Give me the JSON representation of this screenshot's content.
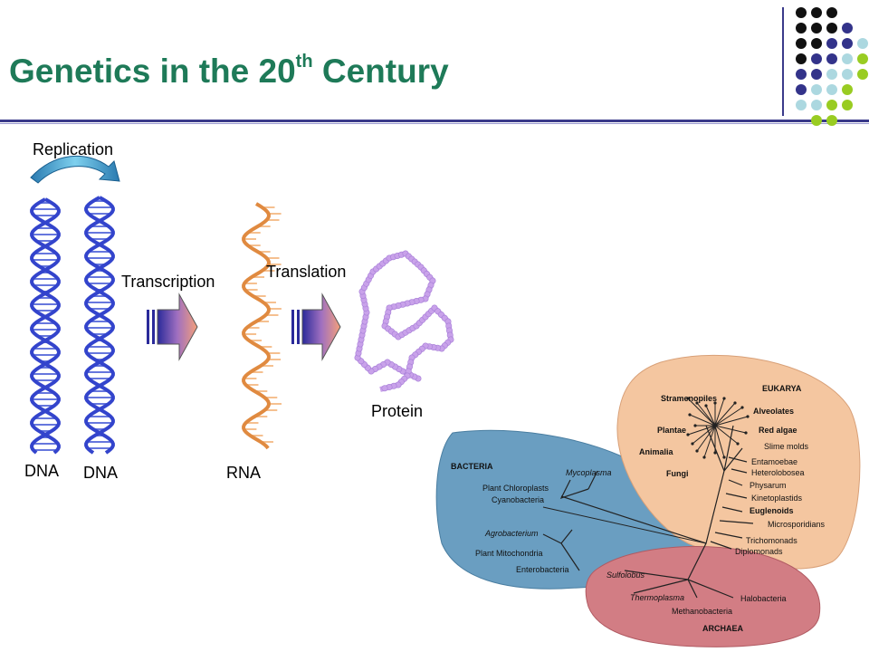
{
  "title": {
    "main": "Genetics in the 20",
    "superscript": "th",
    "end": " Century"
  },
  "flow": {
    "replication": "Replication",
    "transcription": "Transcription",
    "translation": "Translation",
    "protein": "Protein",
    "dna_left": "DNA",
    "dna_right": "DNA",
    "rna": "RNA"
  },
  "tree": {
    "bacteria": "BACTERIA",
    "eukarya": "EUKARYA",
    "archaea": "ARCHAEA",
    "bacteria_taxa": [
      "Plant Chloroplasts",
      "Cyanobacteria",
      "Mycoplasma",
      "Agrobacterium",
      "Plant Mitochondria",
      "Enterobacteria"
    ],
    "eukarya_taxa": [
      "Stramenopiles",
      "Alveolates",
      "Plantae",
      "Red algae",
      "Animalia",
      "Slime molds",
      "Fungi",
      "Entamoebae",
      "Heterolobosea",
      "Physarum",
      "Kinetoplastids",
      "Euglenoids",
      "Microsporidians",
      "Trichomonads",
      "Diplomonads"
    ],
    "archaea_taxa": [
      "Sulfolobus",
      "Thermoplasma",
      "Halobacteria",
      "Methanobacteria"
    ]
  },
  "colors": {
    "title": "#1e7a58",
    "dna": "#3344cc",
    "rna": "#e08a40",
    "protein": "#c9a2ea",
    "bacteria_region": "#6a9ec1",
    "eukarya_region": "#f4c6a0",
    "archaea_region": "#d27d84"
  },
  "decor": {
    "dot_grid_colors": [
      "black",
      "navy",
      "lightblue",
      "lime"
    ]
  }
}
